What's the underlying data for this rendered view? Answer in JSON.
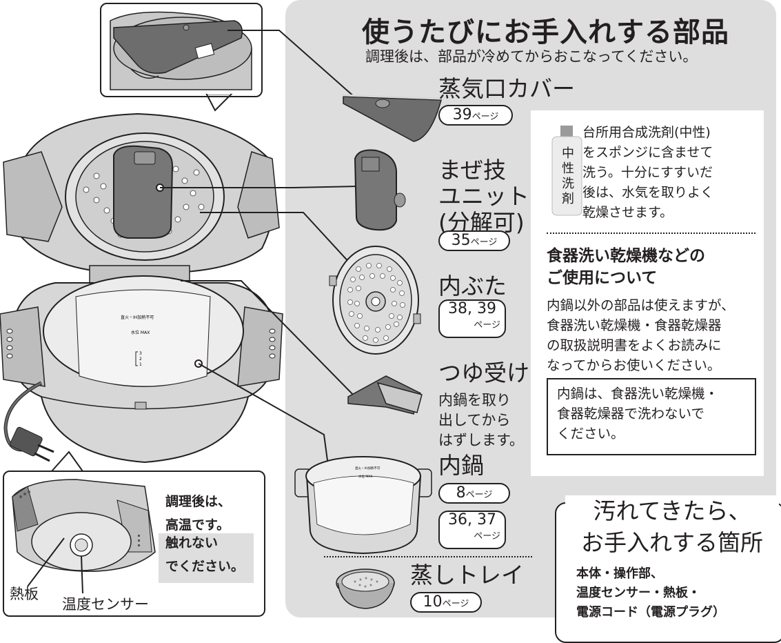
{
  "panel": {
    "title": "使うたびにお手入れする部品",
    "subtitle": "調理後は、部品が冷めてからおこなってください。"
  },
  "parts": {
    "steam_cover": {
      "name": "蒸気口カバー",
      "page_num": "39",
      "page_unit": "ページ"
    },
    "mixer": {
      "name_line1": "まぜ技",
      "name_line2": "ユニット",
      "name_line3": "(分解可)",
      "page_num": "35",
      "page_unit": "ページ"
    },
    "inner_lid": {
      "name": "内ぶた",
      "page_num": "38, 39",
      "page_unit": "ページ"
    },
    "drip": {
      "name": "つゆ受け",
      "note_line1": "内鍋を取り",
      "note_line2": "出してから",
      "note_line3": "はずします。"
    },
    "inner_pot": {
      "name": "内鍋",
      "page1_num": "8",
      "page1_unit": "ページ",
      "page2_num": "36, 37",
      "page2_unit": "ページ"
    },
    "steam_tray": {
      "name": "蒸しトレイ",
      "page_num": "10",
      "page_unit": "ページ"
    }
  },
  "detergent": {
    "bottle_label": "中性洗剤",
    "text_line1": "台所用合成洗剤(中性)",
    "text_line2": "をスポンジに含ませて",
    "text_line3": "洗う。十分にすすいだ",
    "text_line4": "後は、水気を取りよく",
    "text_line5": "乾燥させます。"
  },
  "dishwasher": {
    "title_line1": "食器洗い乾燥機などの",
    "title_line2": "ご使用について",
    "body_line1": "内鍋以外の部品は使えますが、",
    "body_line2": "食器洗い乾燥機・食器乾燥器",
    "body_line3": "の取扱説明書をよくお読みに",
    "body_line4": "なってからお使いください。",
    "notice_line1": "内鍋は、食器洗い乾燥機・",
    "notice_line2": "食器乾燥器で洗わないで",
    "notice_line3": "ください。"
  },
  "dirty": {
    "title_line1": "汚れてきたら、",
    "title_line2": "お手入れする箇所",
    "list_line1": "本体・操作部、",
    "list_line2": "温度センサー・熱板・",
    "list_line3": "電源コード（電源プラグ）"
  },
  "inset": {
    "warn_line1": "調理後は、",
    "warn_line2": "高温です。",
    "warn_line3": "触れない",
    "warn_line4": "でください。",
    "label_plate": "熱板",
    "label_sensor": "温度センサー"
  },
  "pot_markings": {
    "warning": "直火・IH加熱不可",
    "max": "水位 MAX",
    "scale": [
      "3",
      "2",
      "1"
    ]
  }
}
